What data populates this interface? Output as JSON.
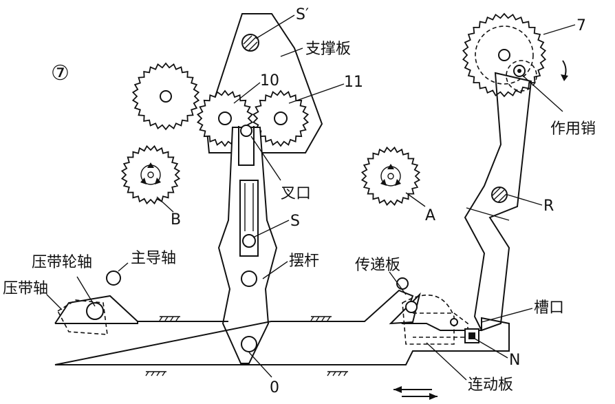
{
  "figure_number": "⑦",
  "labels": {
    "s_prime": "S′",
    "support_plate": "支撑板",
    "gear_10": "10",
    "gear_11": "11",
    "fork": "叉口",
    "gear_b": "B",
    "pin_s": "S",
    "gear_a": "A",
    "swing_lever": "摆杆",
    "pinch_roller_axle": "压带轮轴",
    "capstan": "主导轴",
    "pinch_axle": "压带轴",
    "transfer_plate": "传递板",
    "pivot_o": "0",
    "gear_7": "7",
    "action_pin": "作用销",
    "pivot_r": "R",
    "slot": "槽口",
    "point_n": "N",
    "link_plate": "连动板"
  }
}
